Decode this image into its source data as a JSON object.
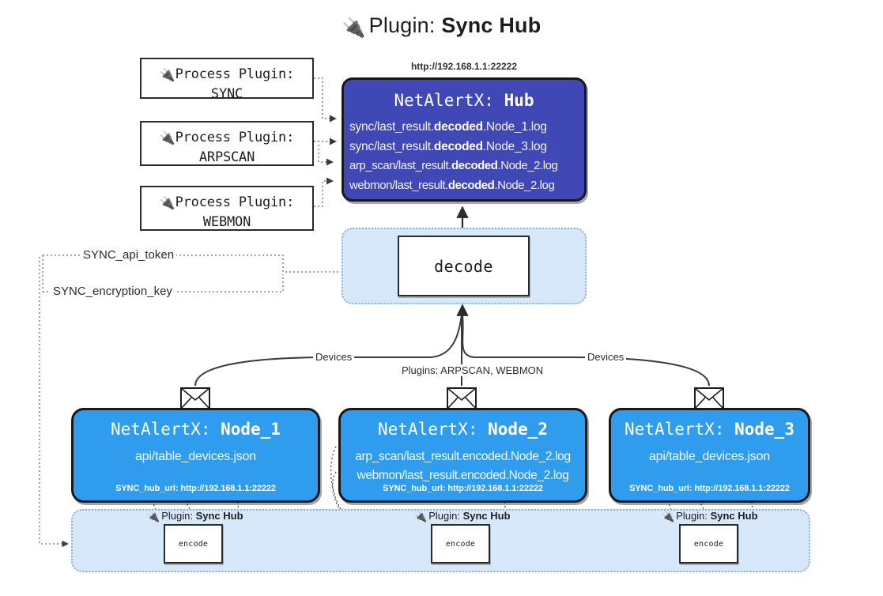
{
  "title": {
    "icon": "plug-icon",
    "glyph": "🔌",
    "prefix": "Plugin: ",
    "name": "Sync Hub"
  },
  "process_plugins": [
    {
      "label": "Process Plugin:",
      "name": "SYNC",
      "icon": "plug-icon",
      "glyph": "🔌"
    },
    {
      "label": "Process Plugin:",
      "name": "ARPSCAN",
      "icon": "plug-icon",
      "glyph": "🔌"
    },
    {
      "label": "Process Plugin:",
      "name": "WEBMON",
      "icon": "plug-icon",
      "glyph": "🔌"
    }
  ],
  "hub": {
    "url": "http://192.168.1.1:22222",
    "title_prefix": "NetAlertX: ",
    "title_name": "Hub",
    "logs": [
      {
        "pre": "sync/last_result.",
        "mid": "decoded",
        "post": ".Node_1.log"
      },
      {
        "pre": "sync/last_result.",
        "mid": "decoded",
        "post": ".Node_3.log"
      },
      {
        "pre": "arp_scan/last_result.",
        "mid": "decoded",
        "post": ".Node_2.log"
      },
      {
        "pre": "webmon/last_result.",
        "mid": "decoded",
        "post": ".Node_2.log"
      }
    ],
    "fill_color": "#4048b5"
  },
  "decode": {
    "label": "decode"
  },
  "settings": {
    "api_token": "SYNC_api_token",
    "encryption_key": "SYNC_encryption_key"
  },
  "edge_labels": {
    "devices_left": "Devices",
    "devices_right": "Devices",
    "plugins_center": "Plugins: ARPSCAN, WEBMON"
  },
  "nodes": [
    {
      "title_prefix": "NetAlertX: ",
      "title_name": "Node_1",
      "lines": [
        "api/table_devices.json"
      ],
      "footer": "SYNC_hub_url: http://192.168.1.1:22222",
      "envelope_icon": "envelope-icon"
    },
    {
      "title_prefix": "NetAlertX: ",
      "title_name": "Node_2",
      "lines": [
        "arp_scan/last_result.encoded.Node_2.log",
        "webmon/last_result.encoded.Node_2.log"
      ],
      "footer": "SYNC_hub_url: http://192.168.1.1:22222",
      "envelope_icon": "envelope-icon"
    },
    {
      "title_prefix": "NetAlertX: ",
      "title_name": "Node_3",
      "lines": [
        "api/table_devices.json"
      ],
      "footer": "SYNC_hub_url: http://192.168.1.1:22222",
      "envelope_icon": "envelope-icon"
    }
  ],
  "encoders": [
    {
      "caption_prefix": "Plugin: ",
      "caption_name": "Sync Hub",
      "label": "encode",
      "icon": "plug-icon",
      "glyph": "🔌"
    },
    {
      "caption_prefix": "Plugin: ",
      "caption_name": "Sync Hub",
      "label": "encode",
      "icon": "plug-icon",
      "glyph": "🔌"
    },
    {
      "caption_prefix": "Plugin: ",
      "caption_name": "Sync Hub",
      "label": "encode",
      "icon": "plug-icon",
      "glyph": "🔌"
    }
  ],
  "colors": {
    "node_blue": "#2f9ced",
    "hub_indigo": "#4048b5",
    "panel_light_blue": "#d6e8f9",
    "stroke_dark": "#17181c"
  }
}
